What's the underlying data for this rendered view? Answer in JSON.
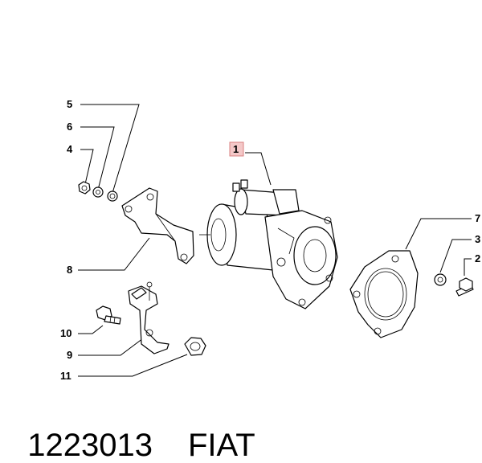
{
  "callouts": [
    {
      "id": "1",
      "label": "1",
      "highlighted": true
    },
    {
      "id": "2",
      "label": "2"
    },
    {
      "id": "3",
      "label": "3"
    },
    {
      "id": "4",
      "label": "4"
    },
    {
      "id": "5",
      "label": "5"
    },
    {
      "id": "6",
      "label": "6"
    },
    {
      "id": "7",
      "label": "7"
    },
    {
      "id": "8",
      "label": "8"
    },
    {
      "id": "9",
      "label": "9"
    },
    {
      "id": "10",
      "label": "10"
    },
    {
      "id": "11",
      "label": "11"
    }
  ],
  "caption": {
    "part_number": "1223013",
    "brand": "FIAT"
  },
  "colors": {
    "highlight_fill": "#f4c8c8",
    "highlight_stroke": "#d98080",
    "line": "#000000"
  }
}
